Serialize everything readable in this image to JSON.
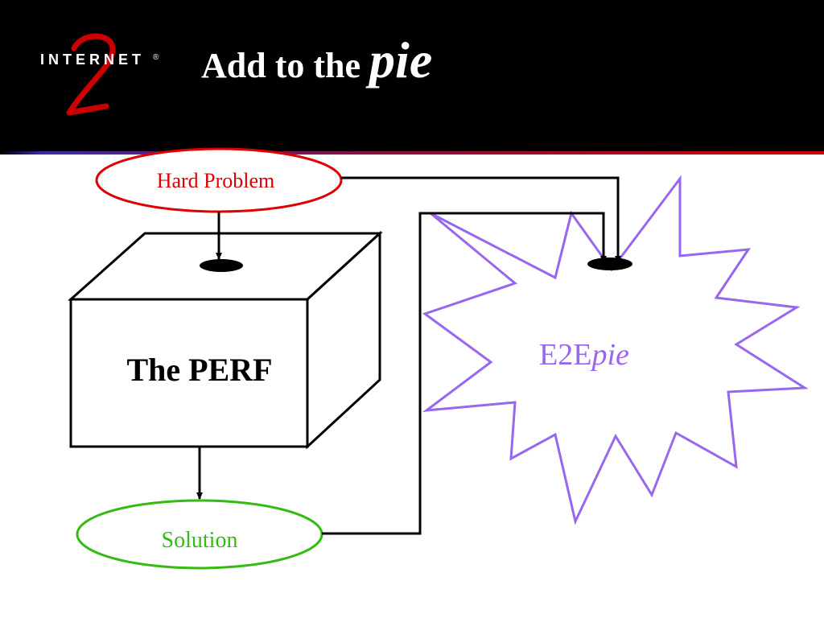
{
  "header": {
    "logo_text": "INTERNET",
    "logo_reg": "®",
    "title_plain": "Add to the ",
    "title_em": "pie"
  },
  "diagram": {
    "hard_problem": "Hard Problem",
    "box_label": "The PERF",
    "solution": "Solution",
    "burst_prefix": "E2E",
    "burst_em": "pie"
  },
  "colors": {
    "header_bg": "#000000",
    "rule_left": "#3a2aa8",
    "rule_right": "#d00000",
    "hard_problem": "#e00000",
    "solution": "#33bb11",
    "burst": "#9966ee",
    "line": "#000000"
  }
}
